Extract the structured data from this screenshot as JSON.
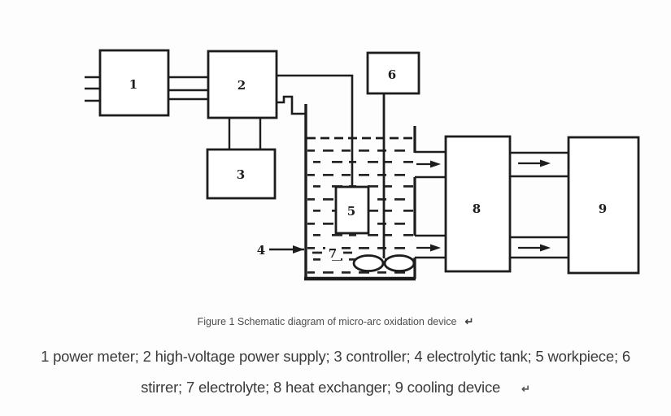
{
  "figure": {
    "caption": "Figure 1 Schematic diagram of micro-arc oxidation device",
    "caption_return_mark": "↵",
    "legend_line1": "1 power meter; 2 high-voltage power supply; 3 controller; 4 electrolytic tank; 5 workpiece; 6",
    "legend_line2": "stirrer; 7 electrolyte; 8 heat exchanger; 9 cooling device",
    "legend_return_mark": "↵"
  },
  "diagram": {
    "labels": {
      "power_meter": "1",
      "hv_power_supply": "2",
      "controller": "3",
      "electrolytic_tank": "4",
      "workpiece": "5",
      "stirrer": "6",
      "electrolyte": "7",
      "heat_exchanger": "8",
      "cooling_device": "9"
    },
    "colors": {
      "line": "#1d1d1d",
      "body_text": "#3b3b3b",
      "caption_text": "#4d4d4d",
      "background": "#fdfdfd"
    }
  }
}
